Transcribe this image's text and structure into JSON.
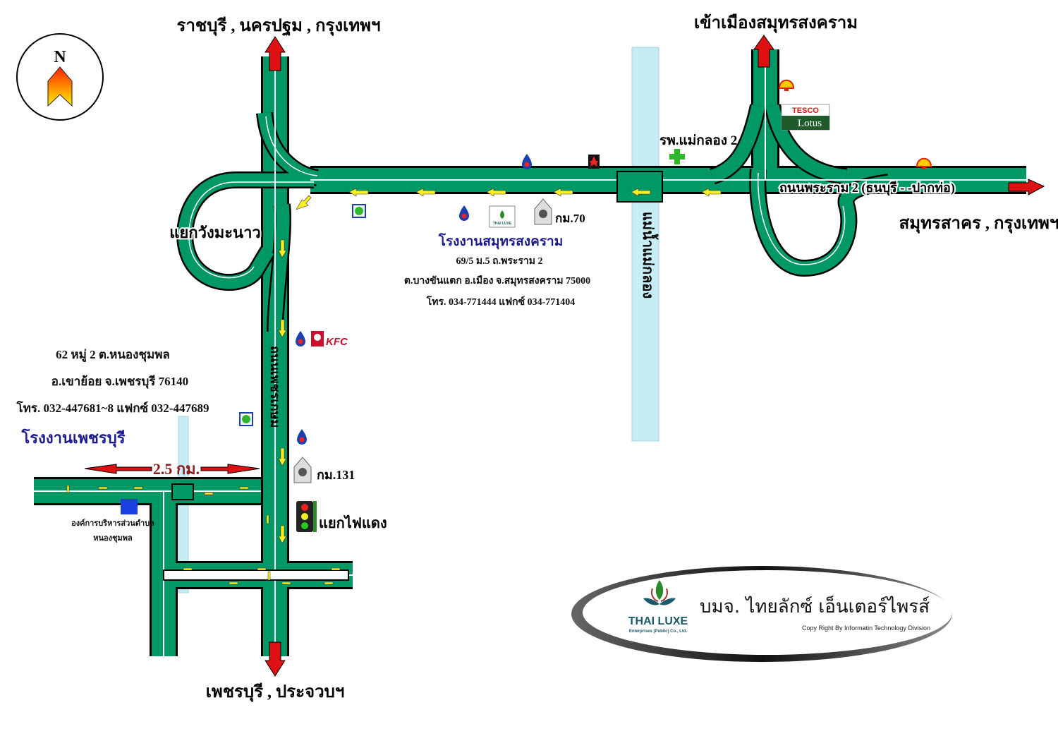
{
  "compass": {
    "letter": "N"
  },
  "destinations": {
    "north": "ราชบุรี , นครปฐม , กรุงเทพฯ",
    "south": "เพชรบุรี , ประจวบฯ",
    "northeast": "เข้าเมืองสมุทรสงคราม",
    "east": "สมุทรสาคร , กรุงเทพฯ"
  },
  "roads": {
    "rama2": "ถนนพระราม 2  (ธนบุรี - -ปากท่อ)",
    "phetkasem": "ถนนเพชรเกษม",
    "maeklong_river": "แม่น้ำแม่กลอง"
  },
  "junctions": {
    "wang_manao": "แยกวังมะนาว",
    "traffic_light": "แยกไฟแดง"
  },
  "landmarks": {
    "hospital": "รพ.แม่กลอง 2",
    "km70": "กม.70",
    "km131": "กม.131",
    "kfc": "KFC",
    "tesco_top": "TESCO",
    "tesco_bottom": "Lotus",
    "tao": "องค์การบริหารส่วนตำบล",
    "tao_line2": "หนองชุมพล",
    "thai_luxe_small": "THAI LUXE"
  },
  "samut_songkhram_factory": {
    "name": "โรงงานสมุทรสงคราม",
    "address1": "69/5 ม.5 ถ.พระราม 2",
    "address2": "ต.บางขันแตก อ.เมือง จ.สมุทรสงคราม 75000",
    "phone": "โทร. 034-771444 แฟกซ์ 034-771404"
  },
  "phetchaburi_factory": {
    "name": "โรงงานเพชรบุรี",
    "address1": "62 หมู่ 2 ต.หนองชุมพล",
    "address2": "อ.เขาย้อย จ.เพชรบุรี   76140",
    "phone": "โทร. 032-447681~8 แฟกซ์ 032-447689"
  },
  "distance": "2.5 กม.",
  "company": {
    "logo_text": "THAI LUXE",
    "logo_sub": "Enterprises (Public) Co., Ltd.",
    "name_th": "บมจ. ไทยลักซ์ เอ็นเตอร์ไพรส์",
    "copyright": "Copy Right By Informatin Technology Division"
  },
  "colors": {
    "road_fill": "#009966",
    "road_edge": "#000000",
    "lane_line": "#ffffff",
    "river": "#c8ecf4",
    "arrow_red": "#dd1111",
    "arrow_yellow": "#ffee22",
    "address_blue": "#1a1a8c"
  }
}
